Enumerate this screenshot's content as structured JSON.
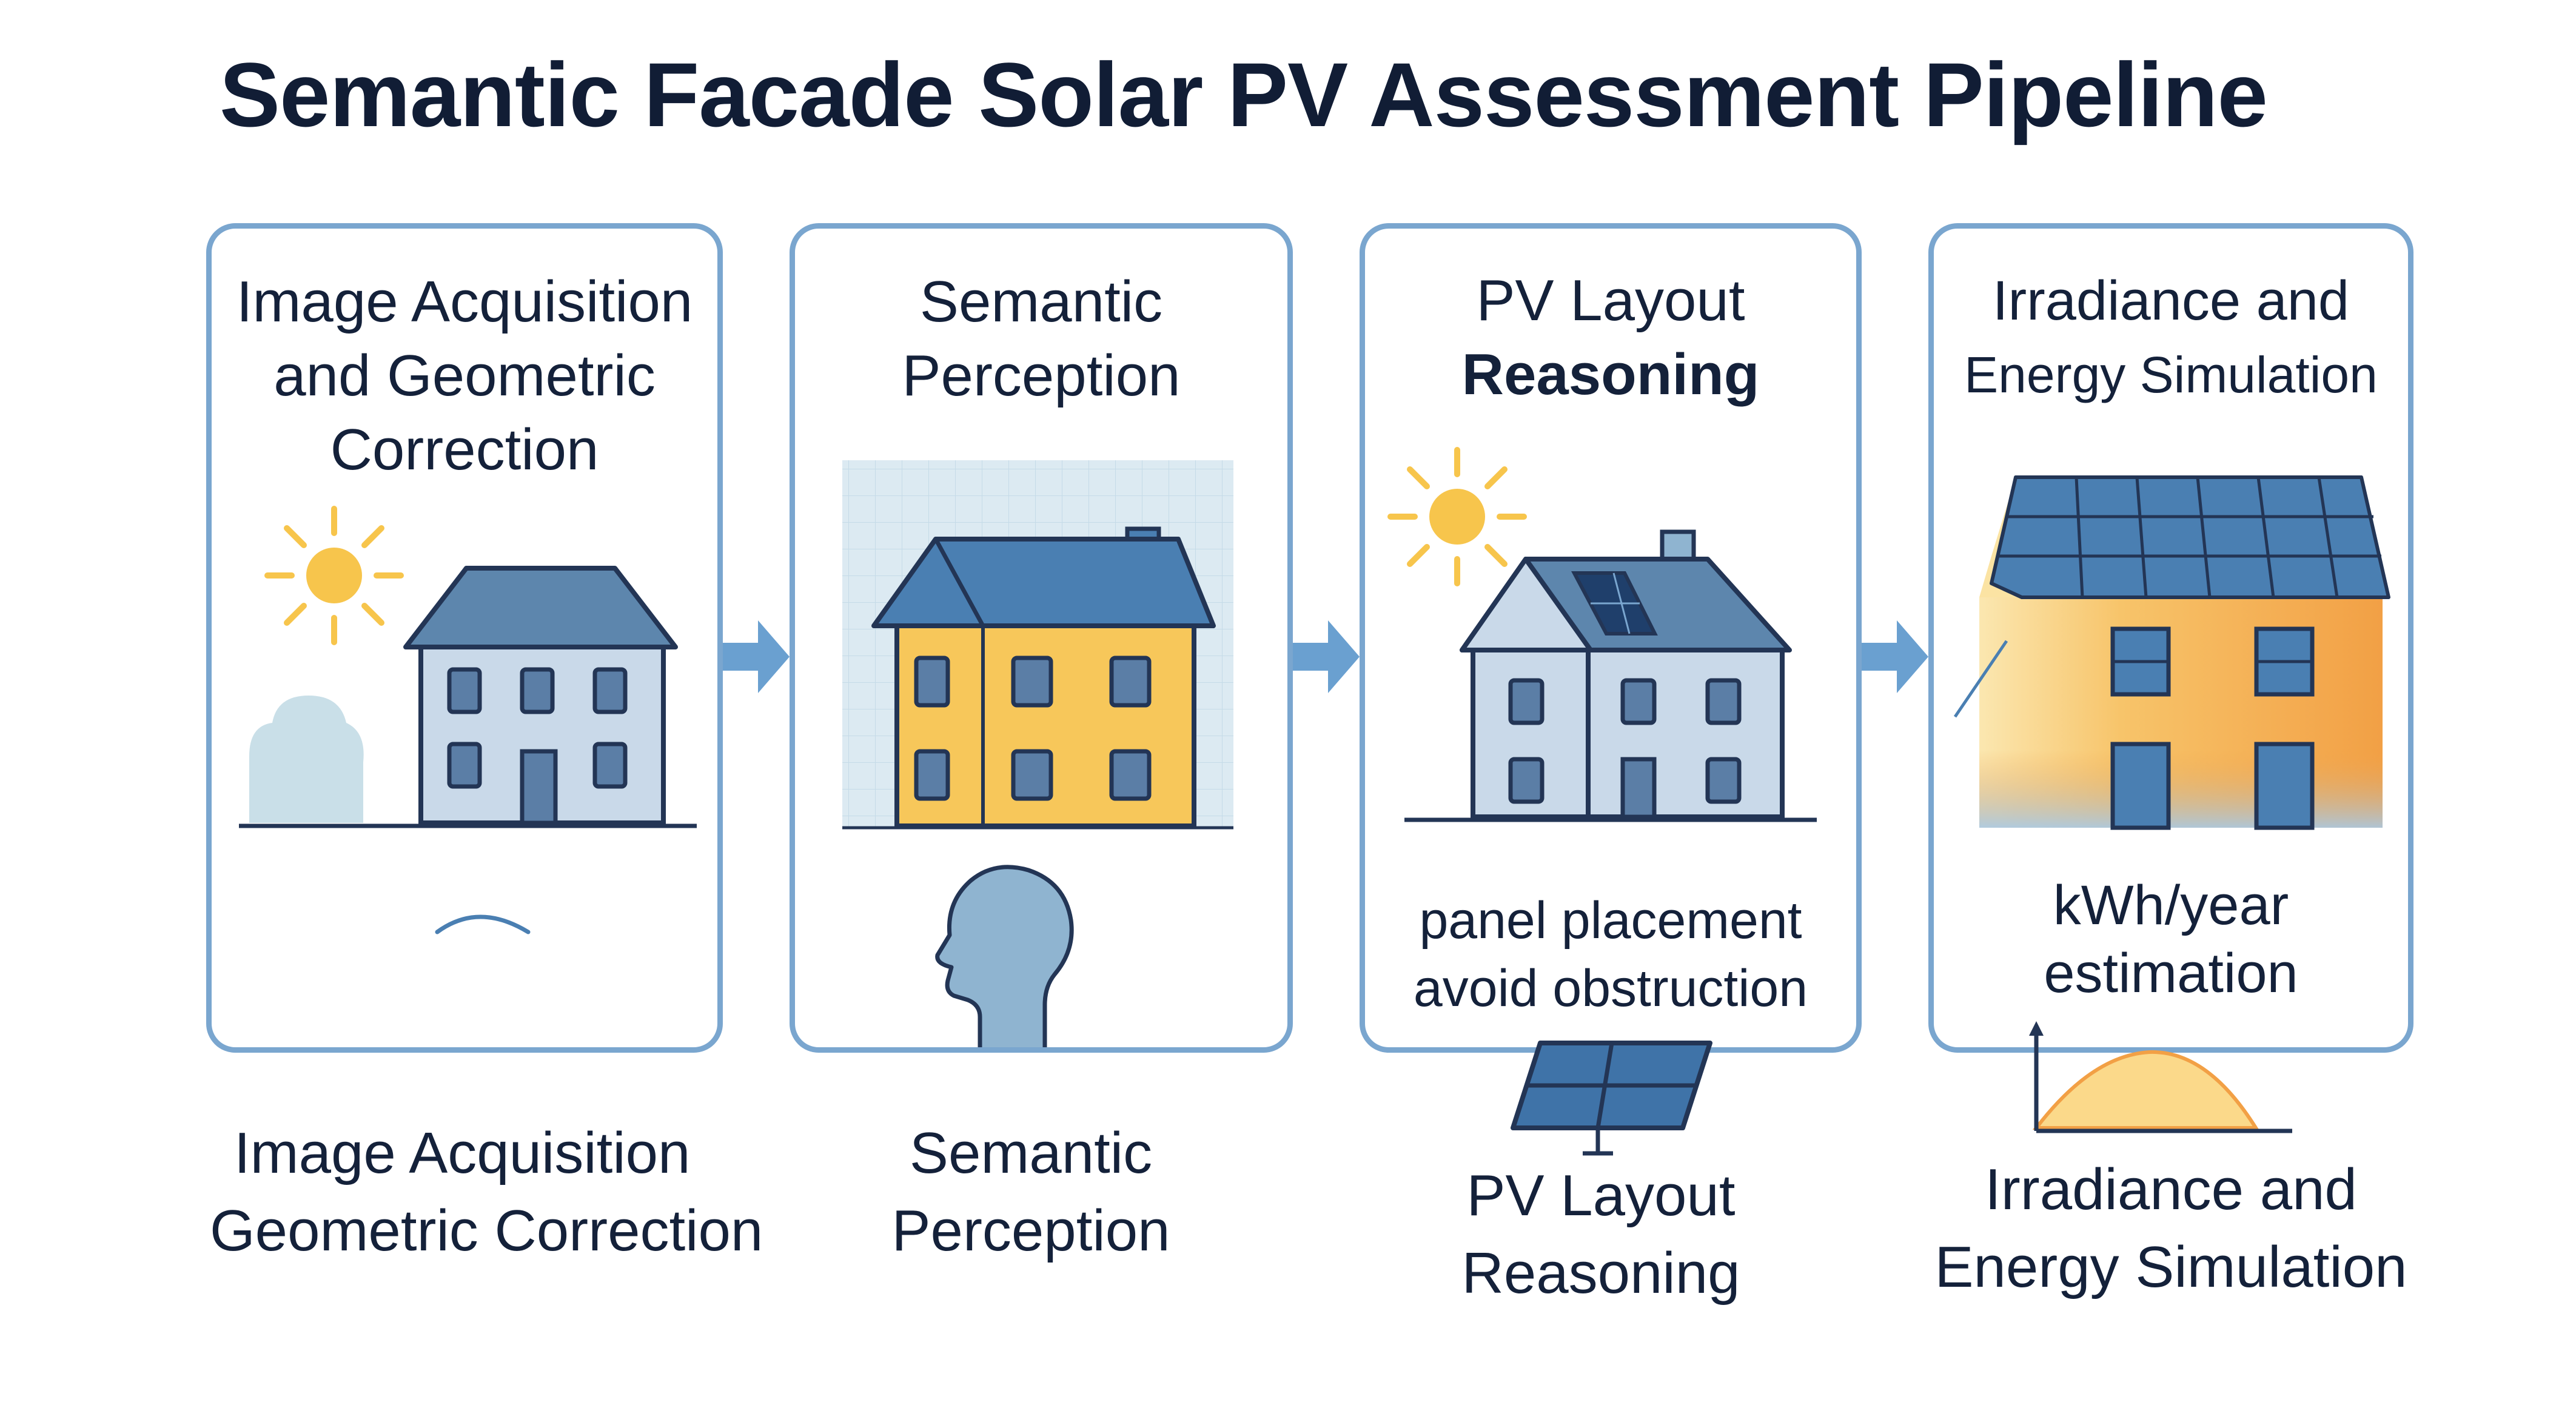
{
  "title": "Semantic Facade Solar PV Assessment Pipeline",
  "stages": [
    {
      "panel_title": [
        "Image Acquisition",
        "and Geometric",
        "Correction"
      ],
      "caption": [
        "Image Acquisition",
        "Geometric Correction"
      ]
    },
    {
      "panel_title": [
        "Semantic",
        "Perception"
      ],
      "caption": [
        "Semantic",
        "Perception"
      ]
    },
    {
      "panel_title": [
        "PV Layout",
        "Reasoning"
      ],
      "note": [
        "panel placement",
        "avoid obstruction"
      ],
      "caption": [
        "PV Layout",
        "Reasoning"
      ]
    },
    {
      "panel_title": [
        "Irradiance and",
        "Energy Simulation"
      ],
      "note": [
        "kWh/year",
        "estimation"
      ],
      "caption": [
        "Irradiance and",
        "Energy Simulation"
      ]
    }
  ],
  "colors": {
    "panel_border": "#7aa6cf",
    "arrow": "#6aa0d0",
    "house_light": "#c9d9e9",
    "house_outline": "#233555",
    "roof_blue": "#4a7fb2",
    "facade_yellow": "#f7c75a",
    "facade_orange": "#f2a045",
    "sun": "#f7c54c",
    "head": "#8fb4d0"
  },
  "icons": [
    "sun-icon",
    "house-icon",
    "tree-icon",
    "head-icon",
    "solar-panel-icon",
    "energy-curve-icon",
    "arrow-right-icon"
  ]
}
